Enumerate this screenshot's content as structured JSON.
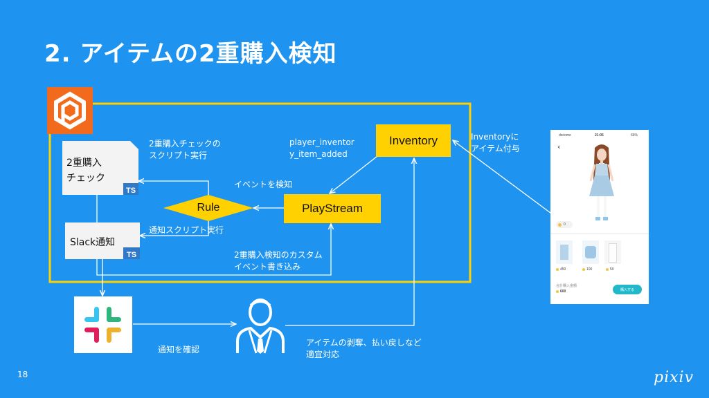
{
  "title": "2. アイテムの2重購入検知",
  "page_number": "18",
  "brand": "pixiv",
  "colors": {
    "background": "#1e94f0",
    "accent": "#ffd100",
    "frame": "#ffd100",
    "typescript": "#3178c6",
    "playfab_logo": "#f26b1c"
  },
  "icons": [
    "playfab-logo-icon",
    "typescript-icon",
    "slack-logo-icon",
    "person-icon"
  ],
  "nodes": {
    "inventory": "Inventory",
    "playstream": "PlayStream",
    "rule": "Rule",
    "check_script_line1": "2重購入",
    "check_script_line2": "チェック",
    "slack_script": "Slack通知",
    "ts_badge": "TS"
  },
  "labels": {
    "check_exec_line1": "2重購入チェックの",
    "check_exec_line2": "スクリプト実行",
    "event_name_line1": "player_inventor",
    "event_name_line2": "y_item_added",
    "detect_event": "イベントを検知",
    "notify_exec": "通知スクリプト実行",
    "custom_event_line1": "2重購入検知のカスタム",
    "custom_event_line2": "イベント書き込み",
    "inventory_grant_line1": "Inventoryに",
    "inventory_grant_line2": "アイテム付与",
    "confirm_notify": "通知を確認",
    "action_line1": "アイテムの剥奪、払い戻しなど",
    "action_line2": "適宜対応"
  },
  "phone": {
    "status_carrier": "docomo",
    "status_time": "21:05",
    "status_battery": "66%",
    "coin_balance": "0",
    "item_prices": [
      "450",
      "100",
      "50"
    ],
    "total_label": "合計購入金額",
    "total_value": "600",
    "buy_button": "購入する"
  }
}
